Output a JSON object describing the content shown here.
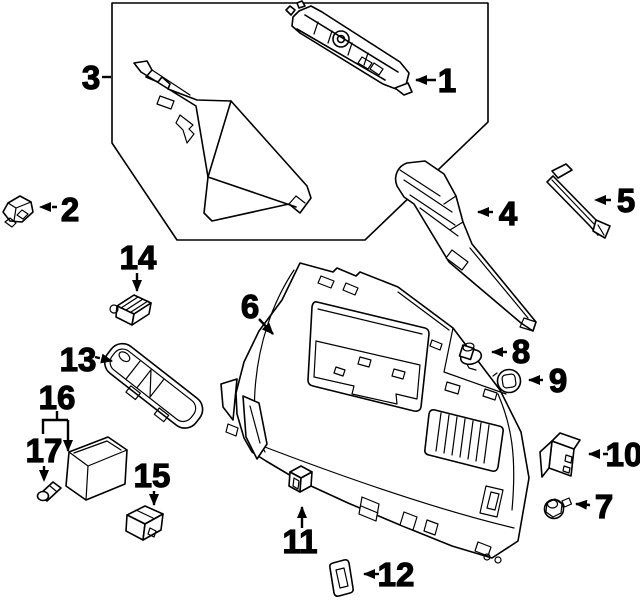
{
  "diagram": {
    "kind": "exploded-parts-line-drawing",
    "background_color": "#ffffff",
    "line_color": "#000000",
    "callouts": [
      {
        "label": "1"
      },
      {
        "label": "2"
      },
      {
        "label": "3"
      },
      {
        "label": "4"
      },
      {
        "label": "5"
      },
      {
        "label": "6"
      },
      {
        "label": "7"
      },
      {
        "label": "8"
      },
      {
        "label": "9"
      },
      {
        "label": "10"
      },
      {
        "label": "11"
      },
      {
        "label": "12"
      },
      {
        "label": "13"
      },
      {
        "label": "14"
      },
      {
        "label": "15"
      },
      {
        "label": "16"
      },
      {
        "label": "17"
      }
    ]
  }
}
